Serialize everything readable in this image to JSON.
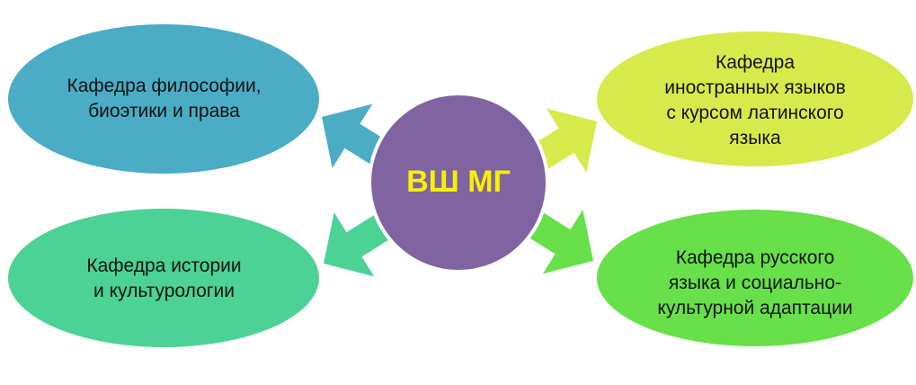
{
  "center": {
    "label": "ВШ МГ",
    "fill": "#8064a2",
    "text_color": "#f7f000"
  },
  "nodes": [
    {
      "id": "philosophy",
      "label": "Кафедра философии,\nбиоэтики и права",
      "fill": "#4bacc6"
    },
    {
      "id": "foreign-languages",
      "label": "Кафедра\nиностранных языков\nс курсом латинского\nязыка",
      "fill": "#d7ea4b"
    },
    {
      "id": "history",
      "label": "Кафедра истории\nи культурологии",
      "fill": "#4bd294"
    },
    {
      "id": "russian",
      "label": "Кафедра русского\nязыка и социально-\nкультурной адаптации",
      "fill": "#67e04a"
    }
  ]
}
